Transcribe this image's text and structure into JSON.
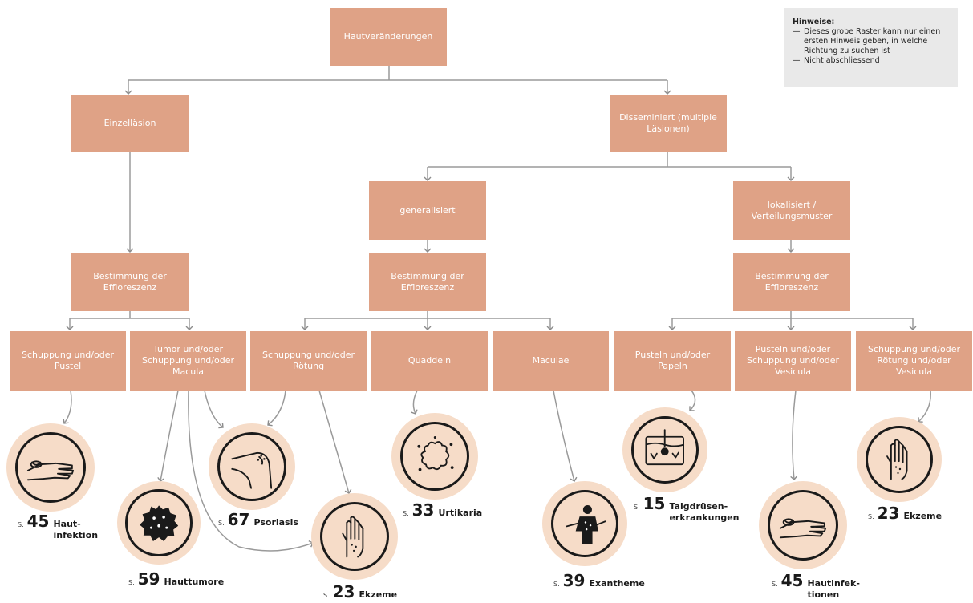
{
  "notes": {
    "title": "Hinweise:",
    "items": [
      "Dieses grobe Raster kann nur einen ersten Hinweis geben, in welche Richtung zu suchen ist",
      "Nicht abschliessend"
    ]
  },
  "nodes": {
    "root": "Hautveränderungen",
    "einzel": "Einzelläsion",
    "dissem": "Disseminiert (multiple Läsionen)",
    "general": "generalisiert",
    "lokal": "lokalisiert / Verteilungsmuster",
    "best1": "Bestimmung der Effloreszenz",
    "best2": "Bestimmung der Effloreszenz",
    "best3": "Bestimmung der Effloreszenz",
    "l1": "Schuppung und/oder Pustel",
    "l2": "Tumor und/oder Schuppung und/oder Macula",
    "l3": "Schuppung und/oder Rötung",
    "l4": "Quaddeln",
    "l5": "Maculae",
    "l6": "Pusteln und/oder Papeln",
    "l7": "Pusteln und/oder Schuppung und/oder Vesicula",
    "l8": "Schuppung und/oder Rötung und/oder Vesicula"
  },
  "results": {
    "r1": {
      "prefix": "S.",
      "page": "45",
      "label": "Haut- infektion",
      "icon": "hand-icon"
    },
    "r2": {
      "prefix": "S.",
      "page": "59",
      "label": "Hauttumore",
      "icon": "tumor-icon"
    },
    "r3": {
      "prefix": "S.",
      "page": "67",
      "label": "Psoriasis",
      "icon": "elbow-icon"
    },
    "r4": {
      "prefix": "S.",
      "page": "23",
      "label": "Ekzeme",
      "icon": "raised-hand-icon"
    },
    "r5": {
      "prefix": "S.",
      "page": "33",
      "label": "Urtikaria",
      "icon": "hives-icon"
    },
    "r6": {
      "prefix": "S.",
      "page": "39",
      "label": "Exantheme",
      "icon": "torso-icon"
    },
    "r7": {
      "prefix": "S.",
      "page": "15",
      "label": "Talgdrüsen- erkrankungen",
      "icon": "hair-follicle-icon"
    },
    "r8": {
      "prefix": "S.",
      "page": "45",
      "label": "Hautinfek- tionen",
      "icon": "hand-icon"
    },
    "r9": {
      "prefix": "S.",
      "page": "23",
      "label": "Ekzeme",
      "icon": "raised-hand-icon"
    }
  },
  "colors": {
    "box": "#dfa286",
    "disc": "#f6dcc8",
    "line": "#9a9a9a",
    "note": "#e9e9e9"
  }
}
